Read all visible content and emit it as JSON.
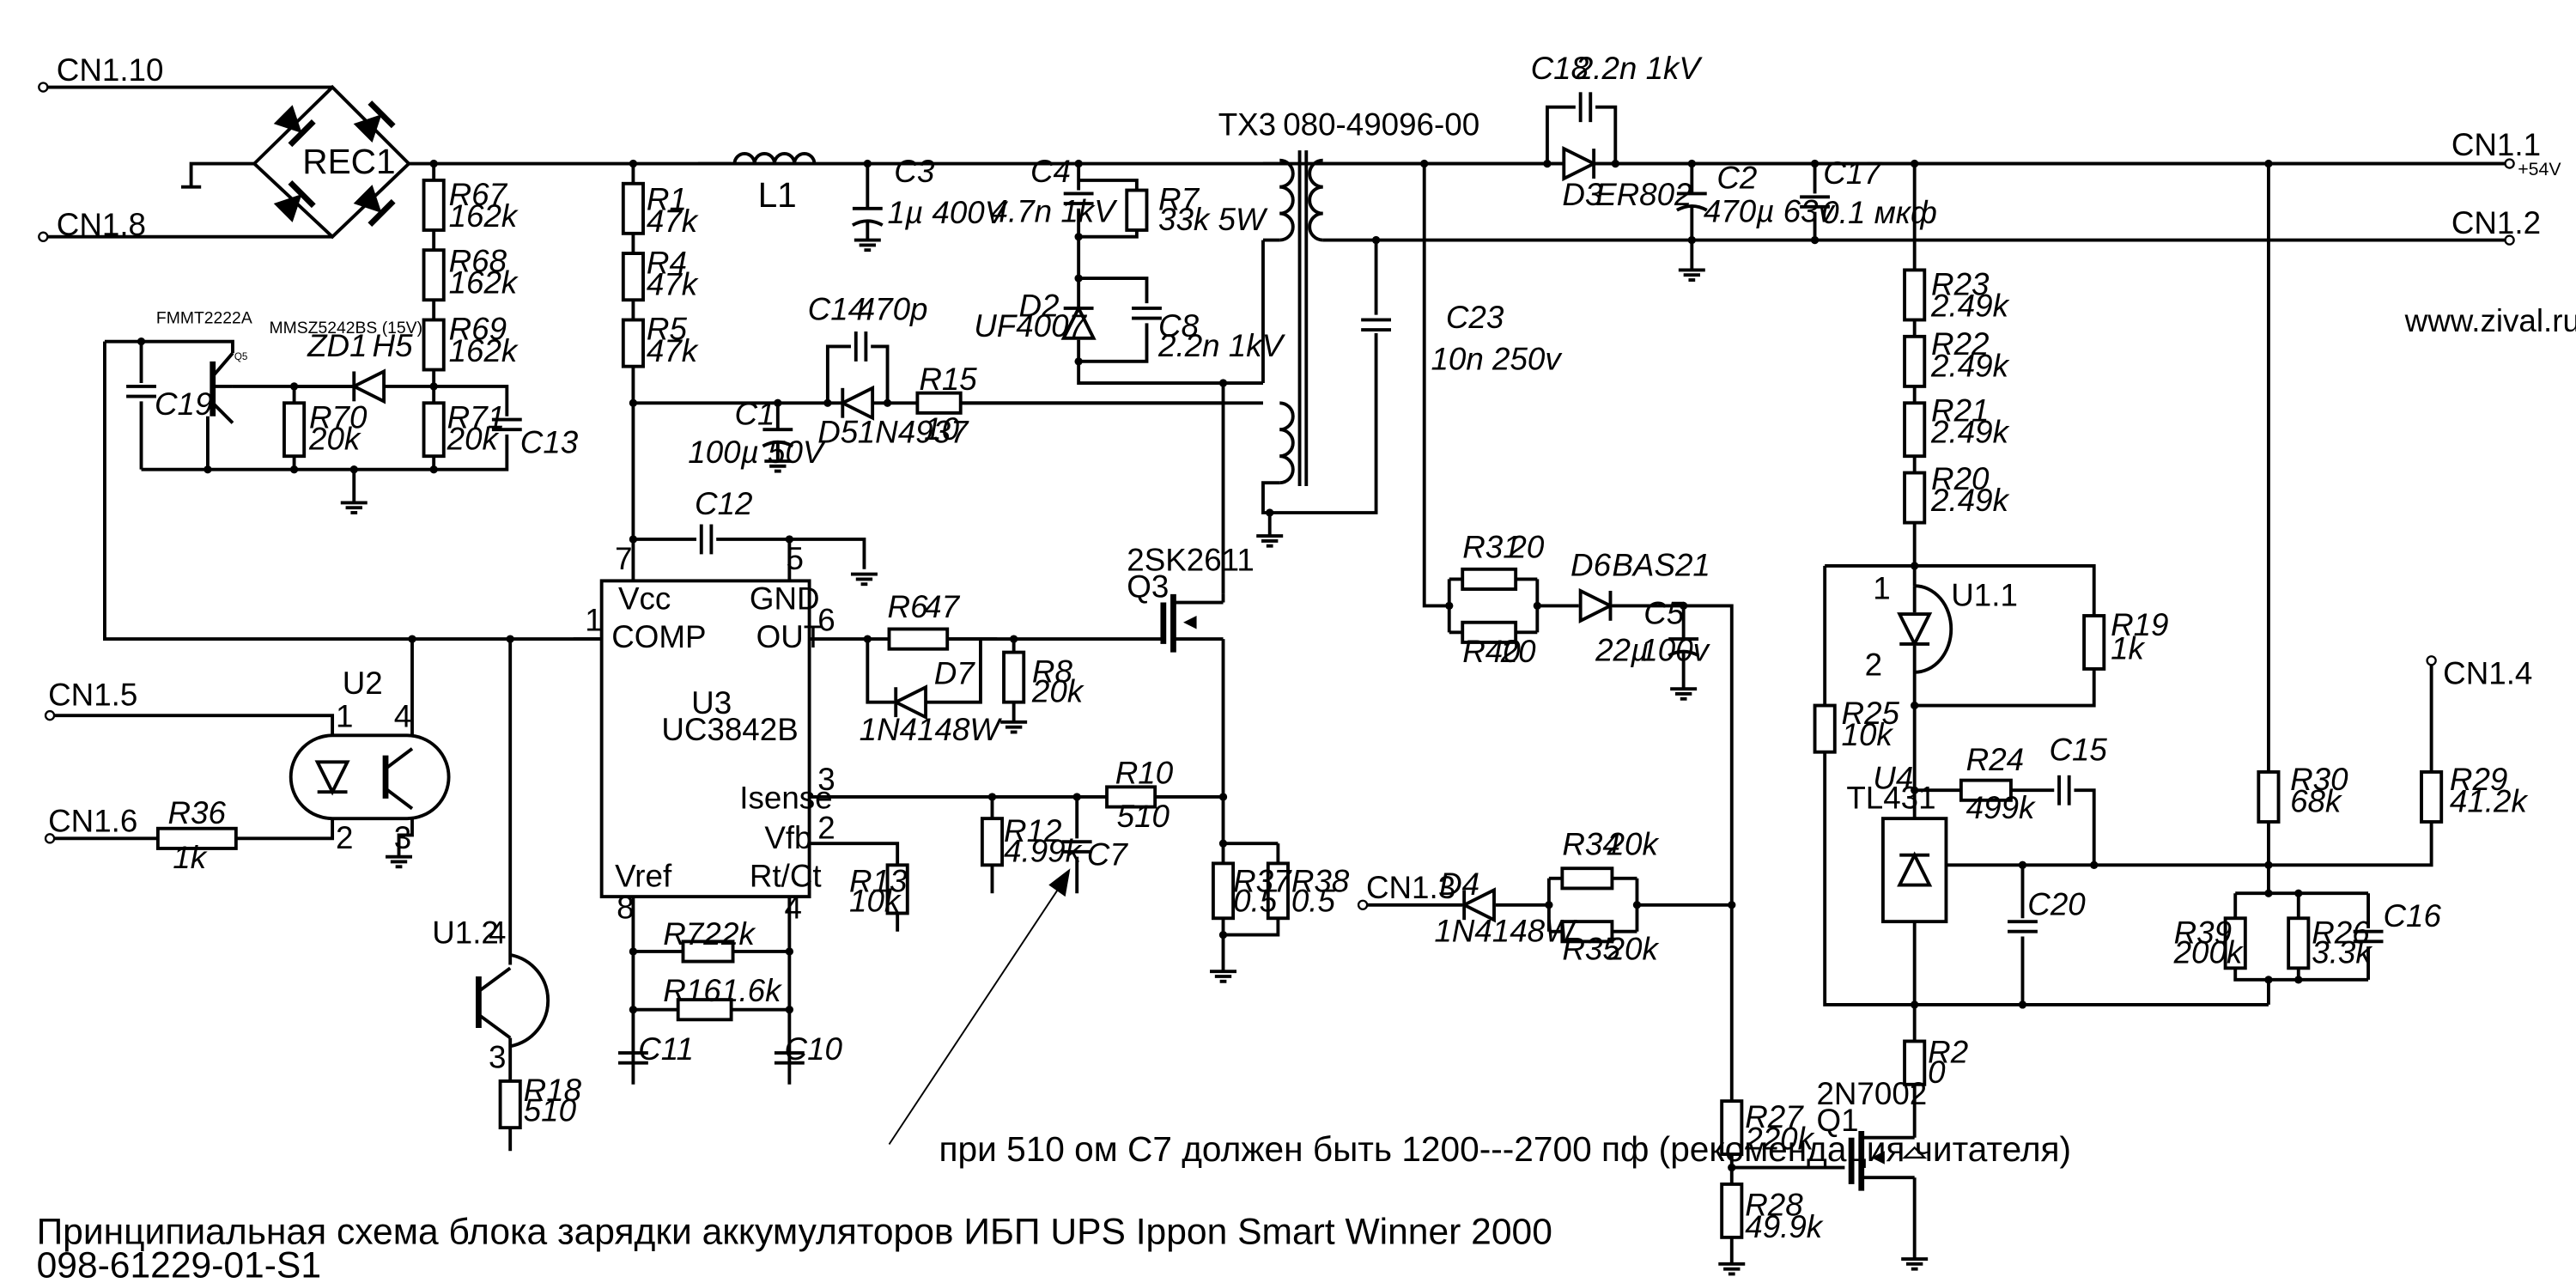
{
  "connectors": {
    "cn1_10": "CN1.10",
    "cn1_8": "CN1.8",
    "cn1_5": "CN1.5",
    "cn1_6": "CN1.6",
    "cn1_1": "CN1.1",
    "cn1_2": "CN1.2",
    "cn1_3": "CN1.3",
    "cn1_4": "CN1.4",
    "plus54": "+54V"
  },
  "components": {
    "rec1": "REC1",
    "l1": "L1",
    "r67": {
      "name": "R67",
      "value": "162k"
    },
    "r68": {
      "name": "R68",
      "value": "162k"
    },
    "r69": {
      "name": "R69",
      "value": "162k"
    },
    "r70": {
      "name": "R70",
      "value": "20k"
    },
    "r71": {
      "name": "R71",
      "value": "20k"
    },
    "c13": "C13",
    "c19": "C19",
    "q5": {
      "part": "FMMT2222A",
      "name": "Q5"
    },
    "zd1": {
      "part": "MMSZ5242BS (15V)",
      "name": "ZD1",
      "h5": "H5"
    },
    "r1": {
      "name": "R1",
      "value": "47k"
    },
    "r4": {
      "name": "R4",
      "value": "47k"
    },
    "r5": {
      "name": "R5",
      "value": "47k"
    },
    "c3": {
      "name": "C3",
      "value": "1µ 400V"
    },
    "c4": {
      "name": "C4",
      "value": "4.7n 1kV"
    },
    "r7": {
      "name": "R7",
      "value": "33k 5W"
    },
    "d2": {
      "name": "D2",
      "value": "UF4007"
    },
    "c8": {
      "name": "C8",
      "value": "2.2n 1kV"
    },
    "c14": {
      "name": "C14",
      "value": "470p"
    },
    "d5": {
      "name": "D5",
      "value": "1N4937"
    },
    "r15": {
      "name": "R15",
      "value": "10"
    },
    "c1": {
      "name": "C1",
      "value": "100µ 50V"
    },
    "c12": "C12",
    "tx3": {
      "name": "TX3",
      "value": "080-49096-00"
    },
    "c18": {
      "name": "C18",
      "value": "2.2n 1kV"
    },
    "d3": {
      "name": "D3",
      "value": "ER802"
    },
    "c2": {
      "name": "C2",
      "value": "470µ 63v"
    },
    "c17": {
      "name": "C17",
      "value": "0.1 мкф"
    },
    "c23": {
      "name": "C23",
      "value": "10n 250v"
    },
    "u3": {
      "name": "U3",
      "value": "UC3842B",
      "pins": {
        "vcc": "Vcc",
        "gnd": "GND",
        "comp": "COMP",
        "out": "OUT",
        "isense": "Isense",
        "vfb": "Vfb",
        "vref": "Vref",
        "rtct": "Rt/Ct",
        "p7": "7",
        "p5": "5",
        "p1": "1",
        "p6": "6",
        "p3": "3",
        "p2": "2",
        "p8": "8",
        "p4": "4"
      }
    },
    "q3": {
      "part": "2SK2611",
      "name": "Q3"
    },
    "r6": {
      "name": "R6",
      "value": "47"
    },
    "d7": {
      "name": "D7",
      "value": "1N4148W"
    },
    "r8": {
      "name": "R8",
      "value": "20k"
    },
    "r10": {
      "name": "R10",
      "value": "510"
    },
    "r12": {
      "name": "R12",
      "value": "4.99k"
    },
    "c7": "C7",
    "r13": {
      "name": "R13",
      "value": "10k"
    },
    "r37": {
      "name": "R37",
      "value": "0.5"
    },
    "r38": {
      "name": "R38",
      "value": "0.5"
    },
    "r72": {
      "name": "R72",
      "value": "2k"
    },
    "r16": {
      "name": "R16",
      "value": "1.6k"
    },
    "c11": "C11",
    "c10": "C10",
    "u2": {
      "name": "U2",
      "p1": "1",
      "p2": "2",
      "p3": "3",
      "p4": "4"
    },
    "r36": {
      "name": "R36",
      "value": "1k"
    },
    "u1_2": {
      "name": "U1.2",
      "p3": "3",
      "p4": "4"
    },
    "r18": {
      "name": "R18",
      "value": "510"
    },
    "r31": {
      "name": "R31",
      "value": "20"
    },
    "r40": {
      "name": "R40",
      "value": "20"
    },
    "d6": {
      "name": "D6",
      "value": "BAS21"
    },
    "c5": {
      "name": "C5",
      "value1": "22µ",
      "value2": "100v"
    },
    "d4": {
      "name": "D4",
      "value": "1N4148W"
    },
    "r34": {
      "name": "R34",
      "value": "20k"
    },
    "r35": {
      "name": "R35",
      "value": "20k"
    },
    "r27": {
      "name": "R27",
      "value": "220k"
    },
    "r28": {
      "name": "R28",
      "value": "49.9k"
    },
    "q1": {
      "part": "2N7002",
      "name": "Q1"
    },
    "r2": {
      "name": "R2",
      "value": "0"
    },
    "r23": {
      "name": "R23",
      "value": "2.49k"
    },
    "r22": {
      "name": "R22",
      "value": "2.49k"
    },
    "r21": {
      "name": "R21",
      "value": "2.49k"
    },
    "r20": {
      "name": "R20",
      "value": "2.49k"
    },
    "u1_1": {
      "name": "U1.1",
      "p1": "1",
      "p2": "2"
    },
    "r19": {
      "name": "R19",
      "value": "1k"
    },
    "r25": {
      "name": "R25",
      "value": "10k"
    },
    "u4": {
      "name": "U4",
      "value": "TL431"
    },
    "r24": {
      "name": "R24",
      "value": "499k"
    },
    "c15": "C15",
    "c20": "C20",
    "r30": {
      "name": "R30",
      "value": "68k"
    },
    "r29": {
      "name": "R29",
      "value": "41.2k"
    },
    "r39": {
      "name": "R39",
      "value": "200k"
    },
    "r26": {
      "name": "R26",
      "value": "3.3k"
    },
    "c16": "C16"
  },
  "note": "при 510 ом С7 должен быть 1200---2700 пф (рекомендация читателя)",
  "website": "www.zival.ru",
  "caption": {
    "line1": "Принципиальная схема блока зарядки аккумуляторов ИБП UPS Ippon Smart Winner 2000",
    "line2": "098-61229-01-S1"
  }
}
